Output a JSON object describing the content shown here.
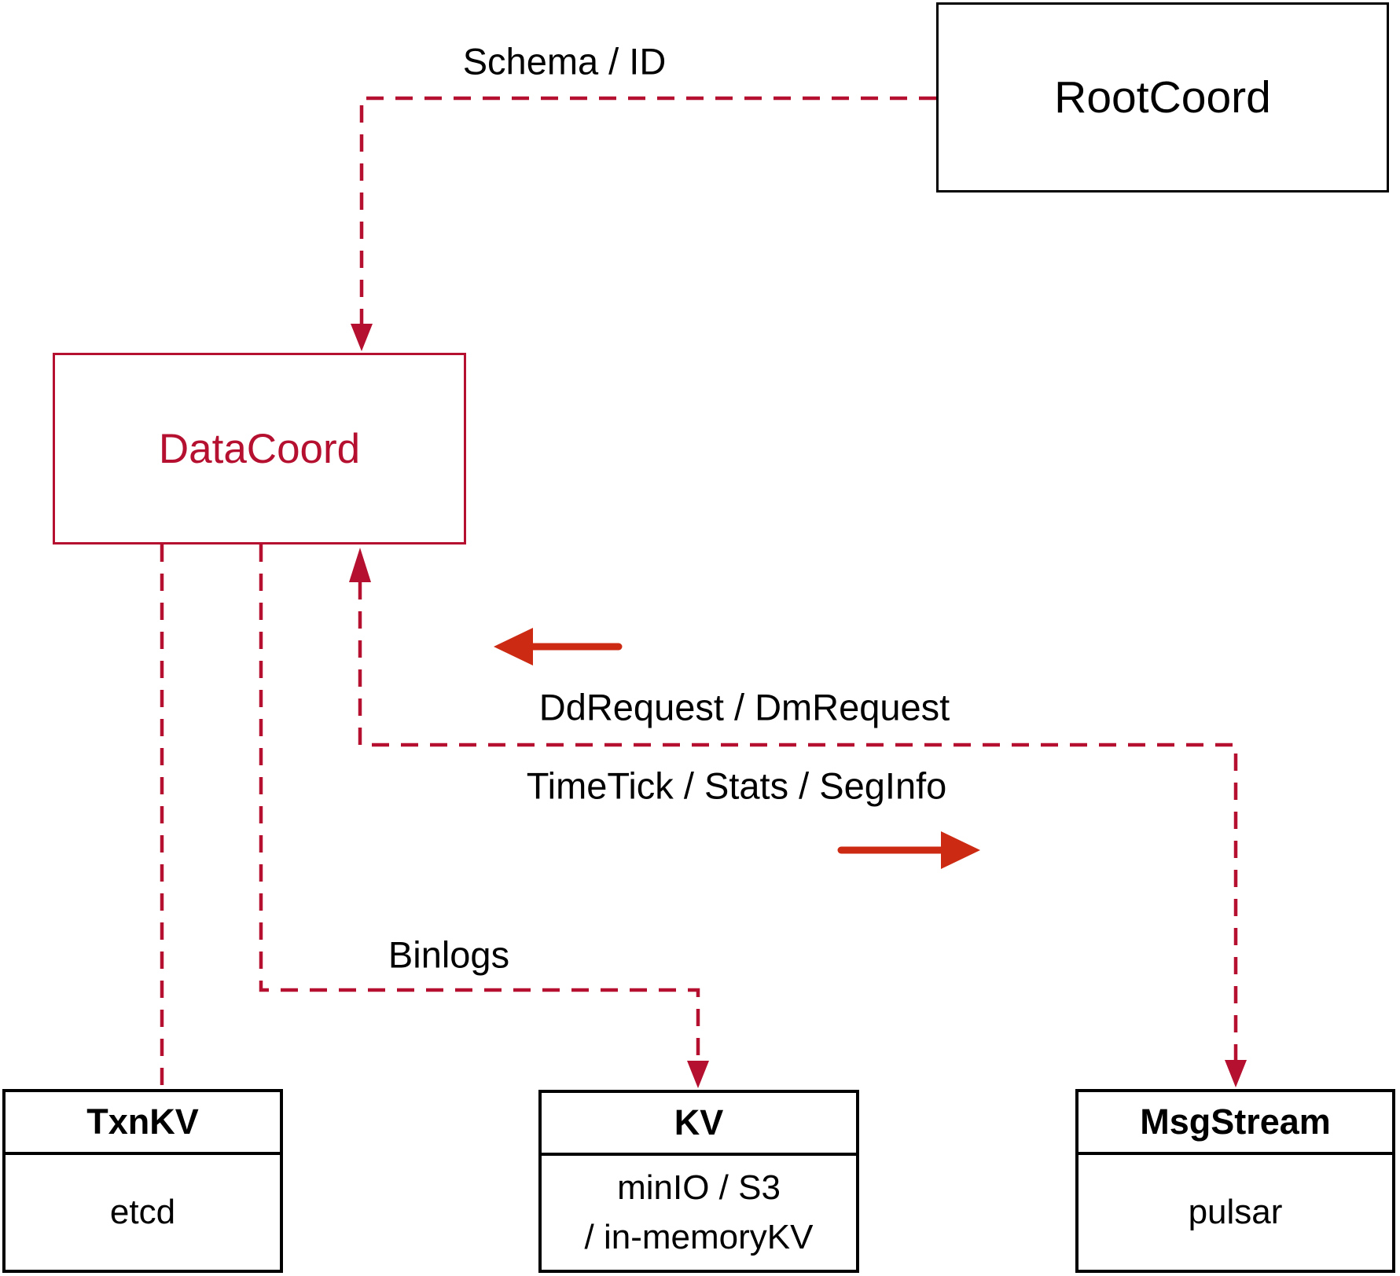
{
  "diagram": {
    "nodes": {
      "rootcoord": {
        "label": "RootCoord"
      },
      "datacoord": {
        "label": "DataCoord"
      },
      "txnkv": {
        "title": "TxnKV",
        "body": "etcd"
      },
      "kv": {
        "title": "KV",
        "body_line1": "minIO / S3",
        "body_line2": "/ in-memoryKV"
      },
      "msgstream": {
        "title": "MsgStream",
        "body": "pulsar"
      }
    },
    "edge_labels": {
      "schema_id": "Schema / ID",
      "dd_dm_request": "DdRequest / DmRequest",
      "timetick_stats_seginfo": "TimeTick / Stats / SegInfo",
      "binlogs": "Binlogs"
    },
    "colors": {
      "dashed_line": "#b5102f",
      "solid_arrow": "#cc2a12",
      "box_border": "#000000",
      "text": "#000000"
    }
  }
}
